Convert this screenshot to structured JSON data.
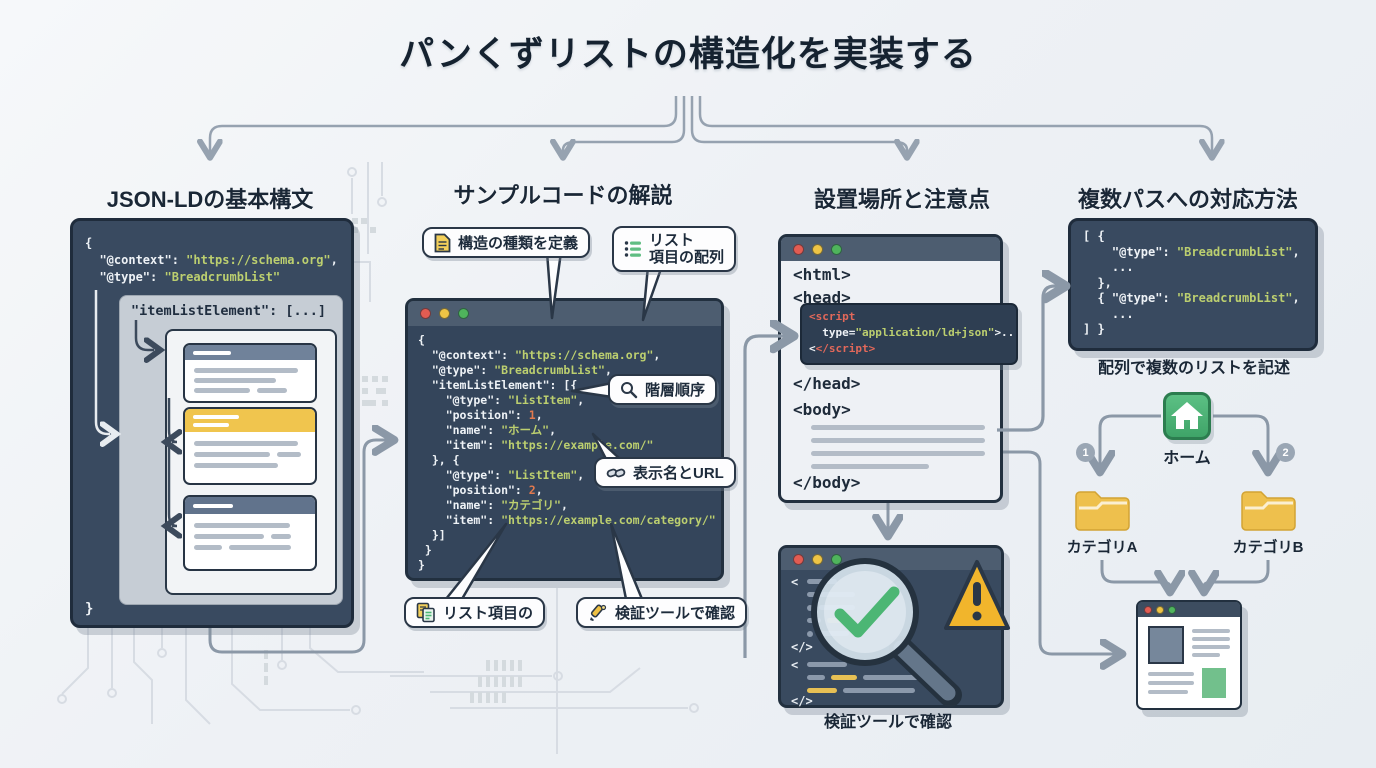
{
  "title": "パンくずリストの構造化を実装する",
  "colors": {
    "background": "#eef1f5",
    "panel_dark": "#394a60",
    "panel_border": "#1f2c3c",
    "titlebar": "#4d5d70",
    "code_string_green": "#bccf6f",
    "code_number_orange": "#e2794e",
    "code_tag_red": "#e2685a",
    "connector_gray": "#8b98a7",
    "accent_yellow": "#f0c54e",
    "accent_green": "#4fb377",
    "warning_yellow": "#f1b52c"
  },
  "columns": {
    "col1": {
      "heading": "JSON-LDの基本構文",
      "code": [
        [
          [
            "w",
            "{"
          ]
        ],
        [
          [
            "w",
            "  \"@context\": "
          ],
          [
            "g",
            "\"https://schema.org\""
          ],
          [
            "w",
            ","
          ]
        ],
        [
          [
            "w",
            "  \"@type\": "
          ],
          [
            "g",
            "\"BreadcrumbList\""
          ]
        ]
      ],
      "inner_label": "\"itemListElement\": [...]",
      "closing_brace": "}"
    },
    "col2": {
      "heading": "サンプルコードの解説",
      "callouts": {
        "define": "構造の種類を定義",
        "array_line1": "リスト",
        "array_line2": "項目の配列",
        "order": "階層順序",
        "name_url": "表示名とURL",
        "list_item": "リスト項目の",
        "validate": "検証ツールで確認"
      },
      "code": [
        [
          [
            "w",
            "{"
          ]
        ],
        [
          [
            "w",
            "  \"@context\": "
          ],
          [
            "g",
            "\"https://schema.org\""
          ],
          [
            "w",
            ","
          ]
        ],
        [
          [
            "w",
            "  \"@type\": "
          ],
          [
            "g",
            "\"BreadcrumbList\""
          ],
          [
            "w",
            ","
          ]
        ],
        [
          [
            "w",
            "  \"itemListElement\": [{"
          ]
        ],
        [
          [
            "w",
            "    \"@type\": "
          ],
          [
            "g",
            "\"ListItem\""
          ],
          [
            "w",
            ","
          ]
        ],
        [
          [
            "w",
            "    \"position\": "
          ],
          [
            "o",
            "1"
          ],
          [
            "w",
            ","
          ]
        ],
        [
          [
            "w",
            "    \"name\": "
          ],
          [
            "g",
            "\"ホーム\""
          ],
          [
            "w",
            ","
          ]
        ],
        [
          [
            "w",
            "    \"item\": "
          ],
          [
            "g",
            "\"https://example.com/\""
          ]
        ],
        [
          [
            "w",
            "  }, {"
          ]
        ],
        [
          [
            "w",
            "    \"@type\": "
          ],
          [
            "g",
            "\"ListItem\""
          ],
          [
            "w",
            ","
          ]
        ],
        [
          [
            "w",
            "    \"position\": "
          ],
          [
            "o",
            "2"
          ],
          [
            "w",
            ","
          ]
        ],
        [
          [
            "w",
            "    \"name\": "
          ],
          [
            "g",
            "\"カテゴリ\""
          ],
          [
            "w",
            ","
          ]
        ],
        [
          [
            "w",
            "    \"item\": "
          ],
          [
            "g",
            "\"https://example.com/category/\""
          ]
        ],
        [
          [
            "w",
            "  }]"
          ]
        ],
        [
          [
            "w",
            " }"
          ]
        ],
        [
          [
            "w",
            "}"
          ]
        ]
      ]
    },
    "col3": {
      "heading": "設置場所と注意点",
      "tags": {
        "open_html": "<html>",
        "open_head": "<head>",
        "close_head": "</head>",
        "open_body": "<body>",
        "close_body": "</body>"
      },
      "script_box": [
        [
          [
            "r",
            "<script"
          ]
        ],
        [
          [
            "w",
            "  type="
          ],
          [
            "g",
            "\"application/ld+json\""
          ],
          [
            "w",
            ">.."
          ]
        ],
        [
          [
            "w",
            "<"
          ],
          [
            "r",
            "</script>"
          ]
        ]
      ],
      "mock_tokens": [
        "<",
        "</>",
        "<",
        "</>"
      ],
      "caption": "検証ツールで確認"
    },
    "col4": {
      "heading": "複数パスへの対応方法",
      "code": [
        [
          [
            "w",
            "[ {"
          ]
        ],
        [
          [
            "w",
            "    \"@type\": "
          ],
          [
            "g",
            "\"BreadcrumbList\""
          ],
          [
            "w",
            ","
          ]
        ],
        [
          [
            "w",
            "    ..."
          ]
        ],
        [
          [
            "w",
            "  },"
          ]
        ],
        [
          [
            "w",
            "  { \"@type\": "
          ],
          [
            "g",
            "\"BreadcrumbList\""
          ],
          [
            "w",
            ","
          ]
        ],
        [
          [
            "w",
            "    ..."
          ]
        ],
        [
          [
            "w",
            "] }"
          ]
        ]
      ],
      "caption": "配列で複数のリストを記述",
      "home_label": "ホーム",
      "badges": [
        "1",
        "2"
      ],
      "folder_a": "カテゴリA",
      "folder_b": "カテゴリB"
    }
  }
}
